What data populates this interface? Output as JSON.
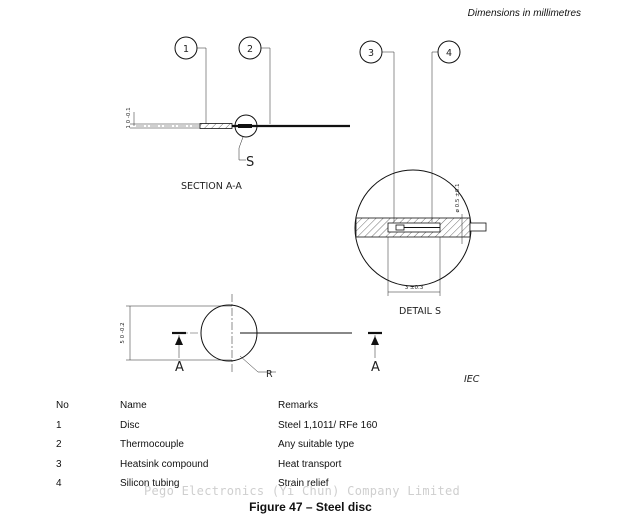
{
  "dimensions_note": "Dimensions in millimetres",
  "drawing": {
    "callouts": [
      "1",
      "2",
      "3",
      "4"
    ],
    "section_label": "SECTION A-A",
    "detail_label": "DETAIL S",
    "detail_marker": "S",
    "section_marker_left": "A",
    "section_marker_right": "A",
    "radius_label": "R",
    "thickness_dim": "1 0 -0.1",
    "diameter_dim": "5 0 -0.2",
    "hole_dim": "ø 0.5 ±0.1",
    "length_dim": "3 ±0.3",
    "source": "IEC"
  },
  "table": {
    "headers": [
      "No",
      "Name",
      "Remarks"
    ],
    "rows": [
      [
        "1",
        "Disc",
        "Steel 1,1011/ RFe 160"
      ],
      [
        "2",
        "Thermocouple",
        "Any suitable type"
      ],
      [
        "3",
        "Heatsink compound",
        "Heat transport"
      ],
      [
        "4",
        "Silicon tubing",
        "Strain relief"
      ]
    ]
  },
  "watermark": "Pego Electronics (Yi Chun) Company Limited",
  "caption": "Figure 47 – Steel disc"
}
